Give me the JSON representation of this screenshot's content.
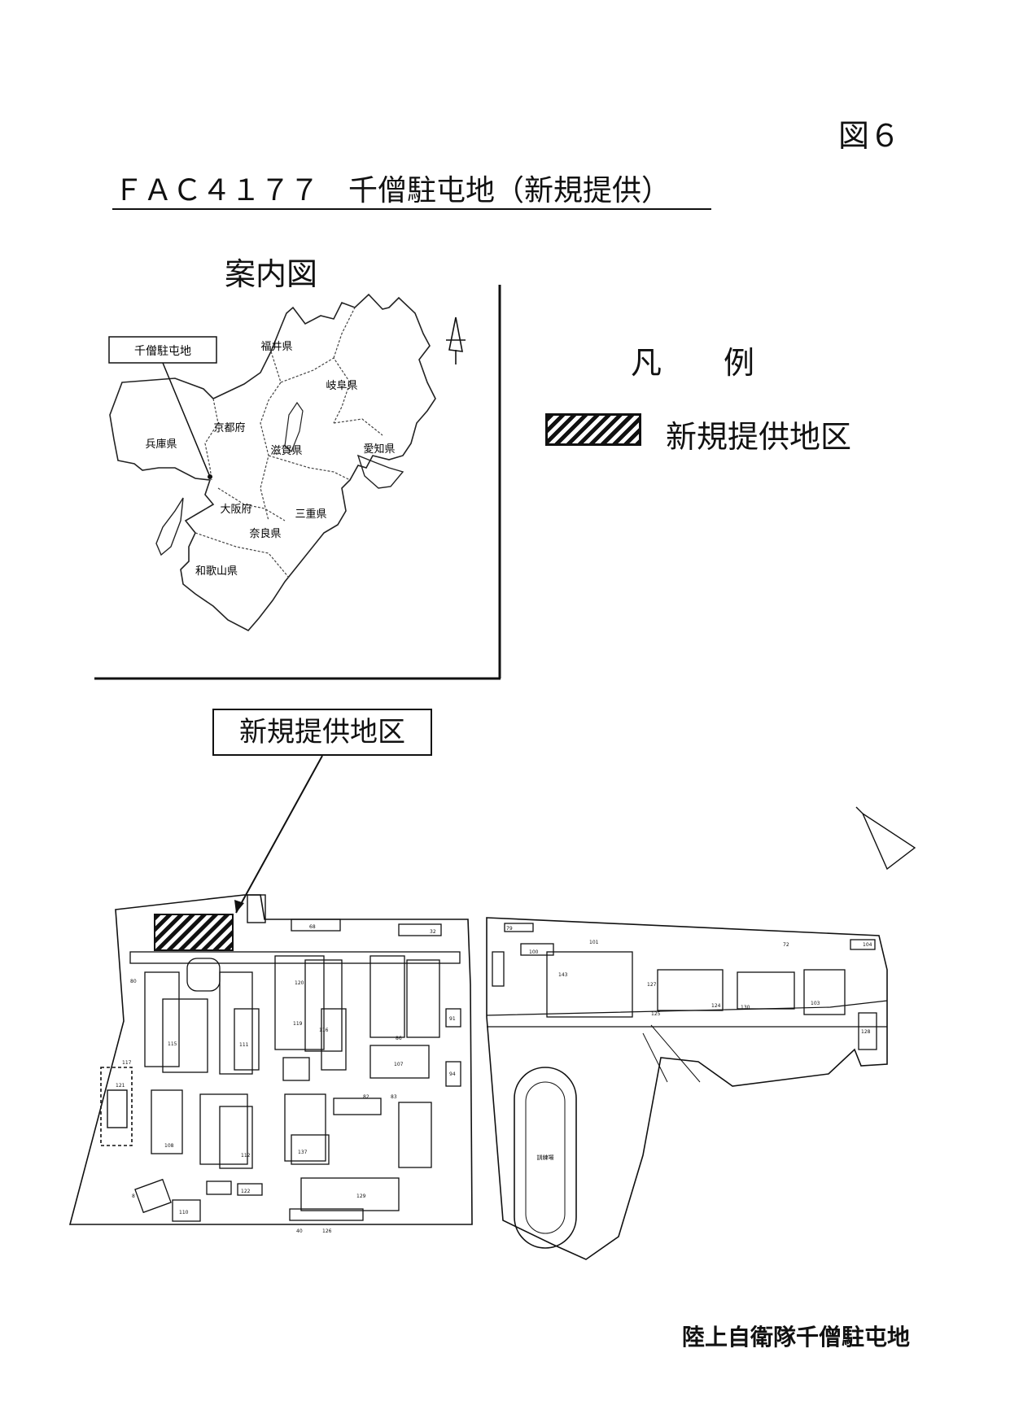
{
  "header": {
    "figure_number": "図６",
    "title": "ＦＡＣ４１７７　千僧駐屯地（新規提供）"
  },
  "inset_map": {
    "title": "案内図",
    "location_label": "千僧駐屯地",
    "prefectures": {
      "fukui": "福井県",
      "gifu": "岐阜県",
      "kyoto": "京都府",
      "hyogo": "兵庫県",
      "shiga": "滋賀県",
      "aichi": "愛知県",
      "osaka": "大阪府",
      "mie": "三重県",
      "nara": "奈良県",
      "wakayama": "和歌山県"
    }
  },
  "legend": {
    "title": "凡　　例",
    "item_label": "新規提供地区"
  },
  "site_map": {
    "callout_label": "新規提供地区",
    "field_label": "訓練場",
    "building_numbers": [
      "79",
      "101",
      "72",
      "104",
      "100",
      "143",
      "127",
      "125",
      "124",
      "130",
      "103",
      "128",
      "68",
      "32",
      "80",
      "115",
      "111",
      "120",
      "119",
      "116",
      "86",
      "107",
      "82",
      "83",
      "117",
      "121",
      "108",
      "112",
      "137",
      "129",
      "122",
      "110",
      "8",
      "40",
      "126",
      "91",
      "94"
    ]
  },
  "footer": {
    "organization": "陸上自衛隊千僧駐屯地"
  }
}
